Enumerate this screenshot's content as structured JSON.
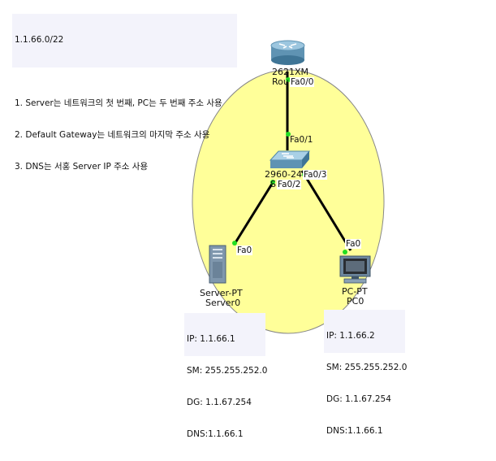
{
  "notes": {
    "title": "1.1.66.0/22",
    "rules": [
      "1. Server는 네트워크의 첫 번째, PC는 두 번째 주소 사용",
      "2. Default Gateway는 네트워크의 마지막 주소 사용",
      "3. DNS는 서홍 Server IP 주소 사용"
    ]
  },
  "router": {
    "model": "2621XM",
    "name": "Rou",
    "port_down": "Fa0/0"
  },
  "switch": {
    "model_line1": "2960-24",
    "model_line2": "S",
    "port_up": "Fa0/1",
    "port_left": "Fa0/2",
    "port_right": "Fa0/3"
  },
  "server": {
    "type": "Server-PT",
    "name": "Server0",
    "port": "Fa0",
    "config": [
      "IP: 1.1.66.1",
      "SM: 255.255.252.0",
      "DG: 1.1.67.254",
      "DNS:1.1.66.1"
    ]
  },
  "pc": {
    "type": "PC-PT",
    "name": "PC0",
    "port": "Fa0",
    "config": [
      "IP: 1.1.66.2",
      "SM: 255.255.252.0",
      "DG: 1.1.67.254",
      "DNS:1.1.66.1"
    ]
  },
  "colors": {
    "lan_area": "#ffff99",
    "cable": "#000000",
    "link_up": "#22dd22",
    "note_bg": "#f3f3fb"
  }
}
